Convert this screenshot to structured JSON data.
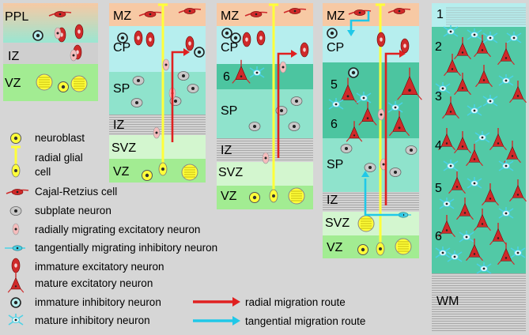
{
  "panels": {
    "p1": {
      "zones": [
        "PPL",
        "IZ",
        "VZ"
      ]
    },
    "p2": {
      "zones": [
        "MZ",
        "CP",
        "SP",
        "IZ",
        "SVZ",
        "VZ"
      ]
    },
    "p3": {
      "zones": [
        "MZ",
        "CP",
        "6",
        "SP",
        "IZ",
        "SVZ",
        "VZ"
      ]
    },
    "p4": {
      "zones": [
        "MZ",
        "CP",
        "5",
        "6",
        "SP",
        "IZ",
        "SVZ",
        "VZ"
      ]
    },
    "p5": {
      "zones": [
        "1",
        "2",
        "3",
        "4",
        "5",
        "6",
        "WM"
      ]
    }
  },
  "legend": [
    {
      "icon": "neuroblast-icon",
      "label": "neuroblast"
    },
    {
      "icon": "radial-glial-cell-icon",
      "label": "radial glial cell"
    },
    {
      "icon": "cajal-retzius-cell-icon",
      "label": "Cajal-Retzius cell"
    },
    {
      "icon": "subplate-neuron-icon",
      "label": "subplate neuron"
    },
    {
      "icon": "radially-migrating-excitatory-neuron-icon",
      "label": "radially migrating excitatory neuron"
    },
    {
      "icon": "tangentially-migrating-inhibitory-neuron-icon",
      "label": "tangentially migrating inhibitory neuron"
    },
    {
      "icon": "immature-excitatory-neuron-icon",
      "label": "immature excitatory neuron"
    },
    {
      "icon": "mature-excitatory-neuron-icon",
      "label": "mature excitatory neuron"
    },
    {
      "icon": "immature-inhibitory-neuron-icon",
      "label": "immature inhibitory neuron"
    },
    {
      "icon": "mature-inhibitory-neuron-icon",
      "label": "mature inhibitory neuron"
    }
  ],
  "routes": [
    {
      "label": "radial migration route",
      "color": "#e02020"
    },
    {
      "label": "tangential migration route",
      "color": "#20c8e8"
    }
  ],
  "colors": {
    "background": "#d6d6d6",
    "mz": "#f7c9a4",
    "cp": "#b6eeee",
    "sp": "#8fe3cc",
    "layer": "#52c9a6",
    "iz": "#cfcfcf",
    "svz": "#d3f6cf",
    "vz": "#a2ec92",
    "glia": "#ffff3a",
    "excitatory": "#cf2a2a",
    "inhibitory": "#4ad2e6"
  }
}
